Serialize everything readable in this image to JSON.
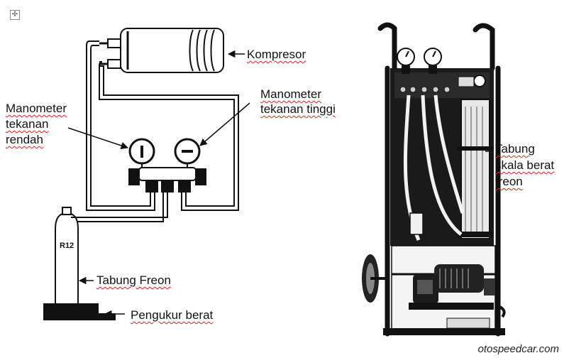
{
  "labels": {
    "kompresor": "Kompresor",
    "mano_tinggi_1": "Manometer",
    "mano_tinggi_2": "tekanan tinggi",
    "mano_rendah_1": "Manometer",
    "mano_rendah_2": "tekanan",
    "mano_rendah_3": "rendah",
    "tabung_freon": "Tabung Freon",
    "pengukur_berat": "Pengukur berat",
    "tabung_skala_1": "Tabung",
    "tabung_skala_2": "skala berat",
    "tabung_skala_3": "freon",
    "cylinder_text": "R12"
  },
  "watermark": "otospeedcar.com",
  "move_handle": "✢",
  "colors": {
    "ink": "#111111",
    "spell_underline": "#e0201b",
    "panel": "#1a1a1a"
  }
}
